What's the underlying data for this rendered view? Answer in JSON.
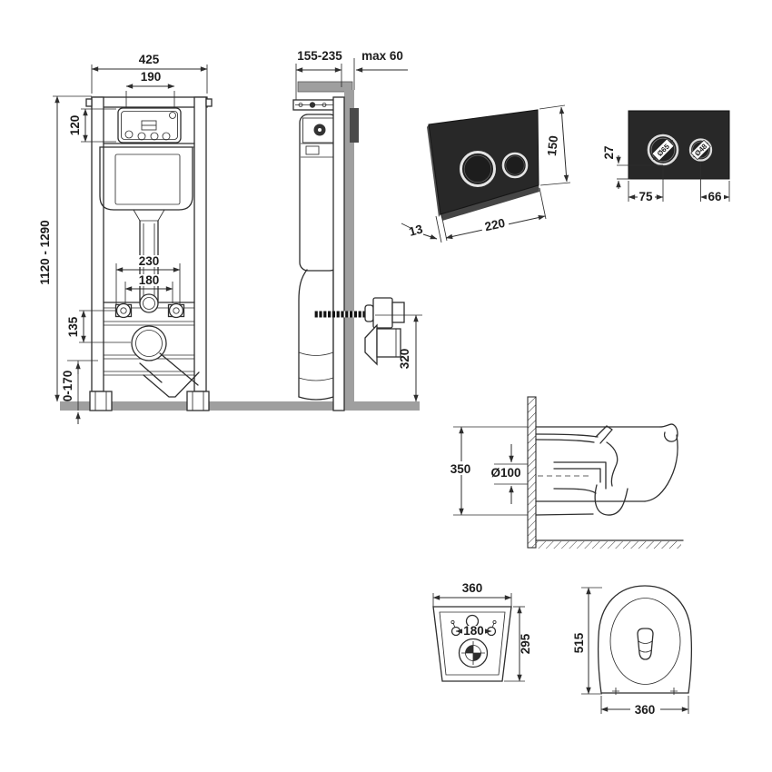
{
  "colors": {
    "line": "#2e2e2e",
    "gray_fill": "#9f9f9f",
    "wall_plate": "#4a4a4a",
    "plate_black": "#282828",
    "plate_side": "#474747",
    "chrome_ring": "#e4e4e4"
  },
  "front_view": {
    "width": "425",
    "opening_width": "190",
    "opening_height": "120",
    "height_range": "1120 - 1290",
    "fixing_width": "230",
    "fixing_inner": "180",
    "outlet_drop": "135",
    "feet_range": "0-170"
  },
  "side_view": {
    "depth_range": "155-235",
    "wall_offset": "max 60",
    "outlet_height": "320"
  },
  "flush_plate_3d": {
    "height": "150",
    "width": "220",
    "thickness": "13"
  },
  "flush_plate_front": {
    "bottom_offset": "27",
    "left_spacing": "75",
    "right_spacing": "66",
    "big_button_dia": "Ø65",
    "small_button_dia": "Ø48"
  },
  "bowl_side": {
    "height": "350",
    "outlet_diameter": "Ø100"
  },
  "bowl_back": {
    "width": "360",
    "fixing_spacing": "180",
    "height": "295"
  },
  "bowl_top": {
    "length": "515",
    "width": "360"
  }
}
